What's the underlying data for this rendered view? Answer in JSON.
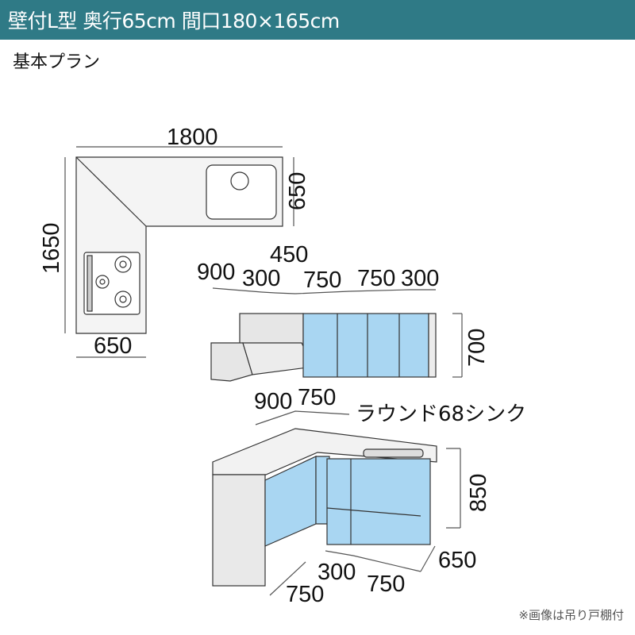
{
  "header": {
    "title": "壁付L型 奥行65cm 間口180×165cm",
    "background": "#2f7a86"
  },
  "subtitle": "基本プラン",
  "plan_view": {
    "width_top": "1800",
    "depth_right": "650",
    "length_left": "1650",
    "depth_bottom": "650"
  },
  "wall_cabinets": {
    "widths": [
      "900",
      "300",
      "450",
      "750",
      "750",
      "300"
    ],
    "height": "700",
    "color": "#a9d6f2"
  },
  "base_cabinets": {
    "top_widths": [
      "900",
      "750"
    ],
    "sink_label": "ラウンド68シンク",
    "height": "850",
    "depth": "650",
    "bottom_widths": [
      "300",
      "750",
      "750"
    ]
  },
  "note": "※画像は吊り戸棚付"
}
